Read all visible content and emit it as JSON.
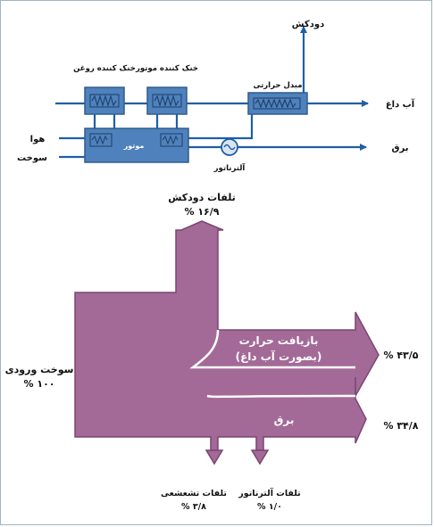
{
  "schematic": {
    "oil_cooler": "خنک کننده روغن",
    "engine_cooler": "خنک کننده موتور",
    "heat_exchanger": "مبدل حرارتی",
    "engine": "موتور",
    "exhaust": "دودکش",
    "hot_water": "آب داغ",
    "electricity": "برق",
    "air": "هوا",
    "fuel": "سوخت",
    "alternator": "آلترناتور"
  },
  "sankey": {
    "input_label": "سوخت ورودی",
    "input_value": "% ۱۰۰",
    "exhaust_loss_label": "تلفات دودکش",
    "exhaust_loss_value": "% ۱۶/۹",
    "heat_recovery_line1": "بازیافت حرارت",
    "heat_recovery_line2": "(بصورت آب داغ)",
    "heat_recovery_value": "% ۴۳/۵",
    "electricity_label": "برق",
    "electricity_value": "% ۳۴/۸",
    "radiation_loss_label": "تلفات تشعشعی",
    "radiation_loss_value": "% ۳/۸",
    "alternator_loss_label": "تلفات آلترناتور",
    "alternator_loss_value": "% ۱/۰"
  },
  "colors": {
    "block": "#4f81bd",
    "wire": "#1f5fa6",
    "sankey": "#a36a98"
  }
}
